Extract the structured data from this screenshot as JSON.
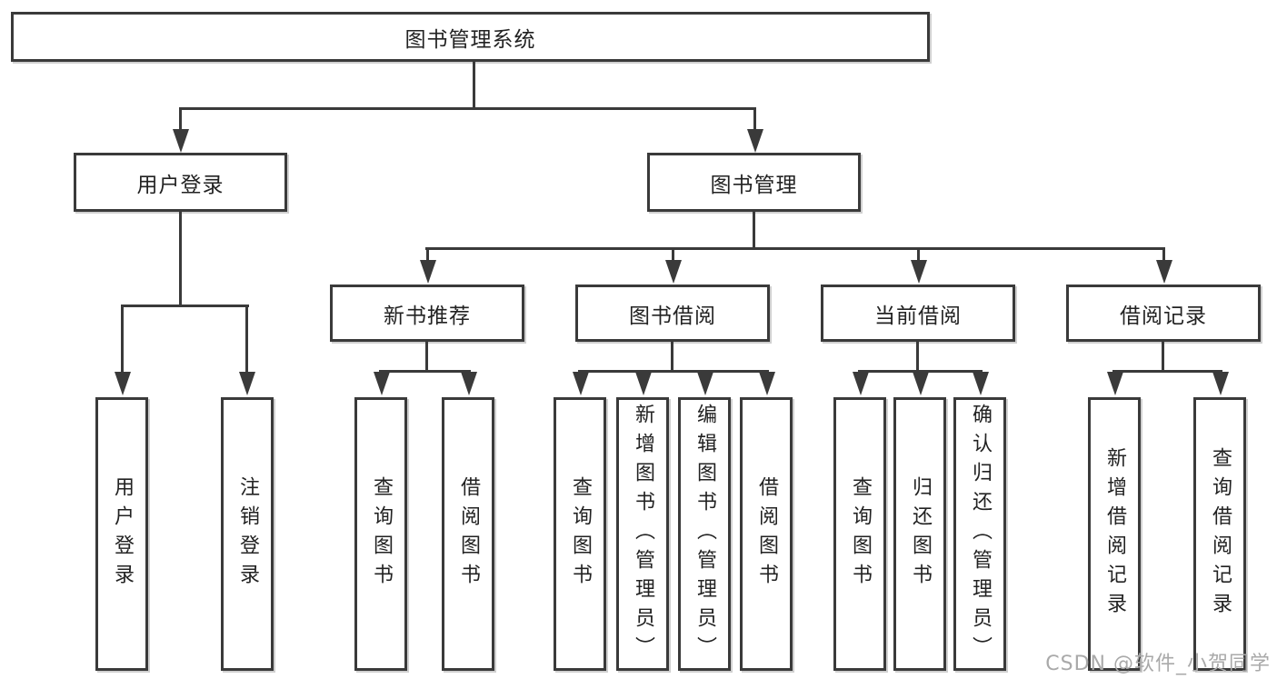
{
  "diagram": {
    "root": "图书管理系统",
    "user_login": {
      "label": "用户登录",
      "children": [
        {
          "label": "用户登录"
        },
        {
          "label": "注销登录"
        }
      ]
    },
    "book_management": {
      "label": "图书管理",
      "sections": [
        {
          "label": "新书推荐",
          "children": [
            {
              "label": "查询图书"
            },
            {
              "label": "借阅图书"
            }
          ]
        },
        {
          "label": "图书借阅",
          "children": [
            {
              "label": "查询图书"
            },
            {
              "label": "新增图书（管理员）"
            },
            {
              "label": "编辑图书（管理员）"
            },
            {
              "label": "借阅图书"
            }
          ]
        },
        {
          "label": "当前借阅",
          "children": [
            {
              "label": "查询图书"
            },
            {
              "label": "归还图书"
            },
            {
              "label": "确认归还（管理员）"
            }
          ]
        },
        {
          "label": "借阅记录",
          "children": [
            {
              "label": "新增借阅记录"
            },
            {
              "label": "查询借阅记录"
            }
          ]
        }
      ]
    }
  },
  "watermark": "CSDN @软件_小贺同学",
  "colors": {
    "line": "#3a3a3a",
    "text": "#222222",
    "background": "#ffffff",
    "watermark": "#a9a9a9"
  }
}
